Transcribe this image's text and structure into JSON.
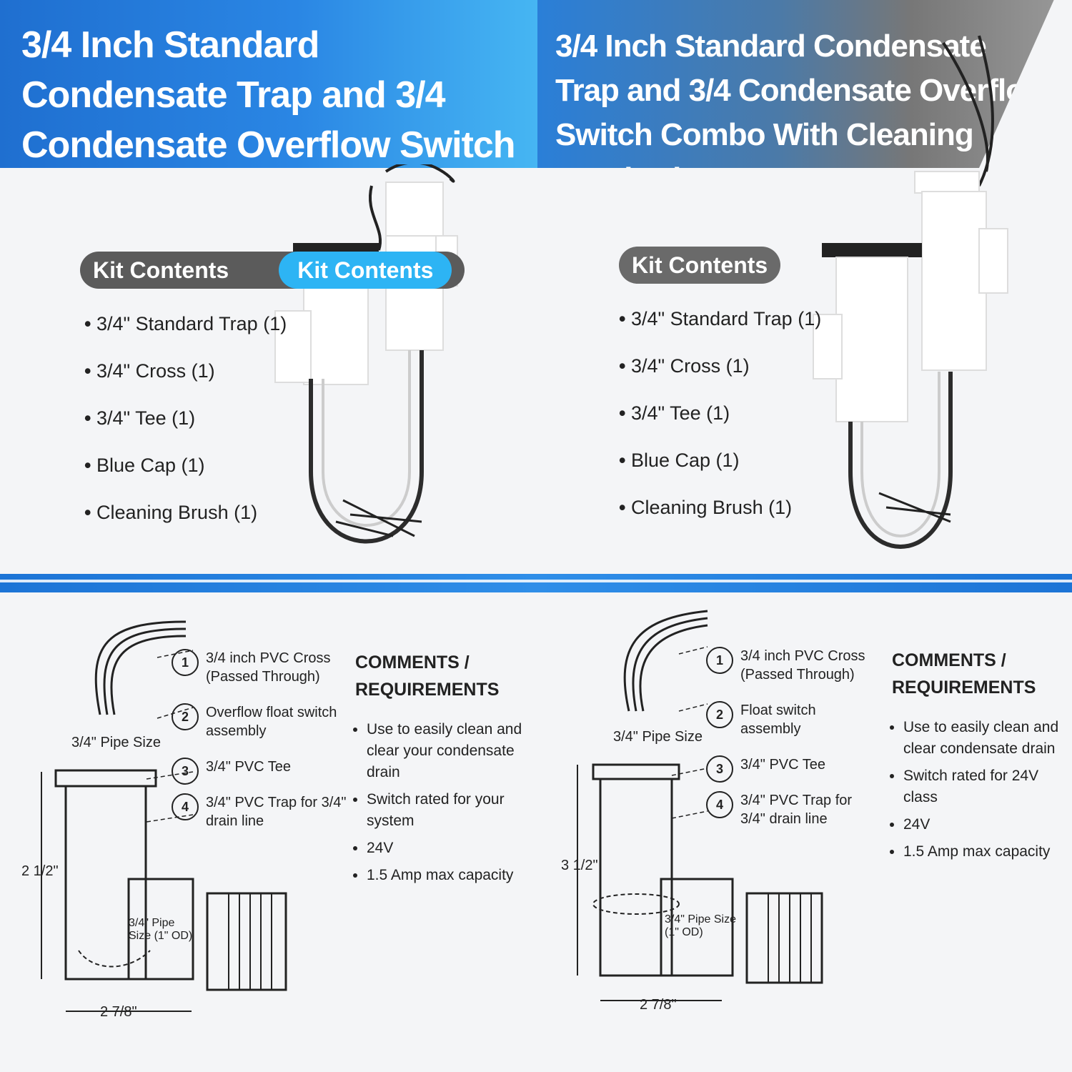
{
  "left": {
    "title": "3/4 Inch Standard Condensate Trap and 3/4 Condensate Overflow Switch Combo With Cleaning Brush Kit",
    "kit_contents_label": "Kit Contents",
    "kit_contents_accent": "Kit Contents",
    "items": [
      "3/4\" Standard Trap (1)",
      "3/4\" Cross (1)",
      "3/4\" Tee (1)",
      "Blue Cap (1)",
      "Cleaning Brush (1)"
    ],
    "callouts": [
      {
        "num": "1",
        "text": "3/4 inch PVC Cross (Passed Through)"
      },
      {
        "num": "2",
        "text": "Overflow float switch assembly"
      },
      {
        "num": "3",
        "text": "3/4\" PVC Tee"
      },
      {
        "num": "4",
        "text": "3/4\" PVC Trap for 3/4\" drain line"
      }
    ],
    "comments_title": "COMMENTS / REQUIREMENTS",
    "comments": [
      "Use to easily clean and clear your condensate drain",
      "Switch rated for your system",
      "24V",
      "1.5 Amp max capacity"
    ],
    "dims": {
      "top": "3/4\" Pipe Size",
      "height": "2 1/2\"",
      "pipe_note": "3/4\" Pipe Size (1\" OD)",
      "width": "2 7/8\""
    }
  },
  "right": {
    "title": "3/4 Inch Standard Condensate Trap and 3/4 Condensate Overflow Switch Combo With Cleaning Brush Kit",
    "kit_contents_label": "Kit Contents",
    "items": [
      "3/4\" Standard Trap (1)",
      "3/4\" Cross (1)",
      "3/4\" Tee (1)",
      "Blue Cap (1)",
      "Cleaning Brush (1)"
    ],
    "callouts": [
      {
        "num": "1",
        "text": "3/4 inch PVC Cross (Passed Through)"
      },
      {
        "num": "2",
        "text": "Float switch assembly"
      },
      {
        "num": "3",
        "text": "3/4\" PVC Tee"
      },
      {
        "num": "4",
        "text": "3/4\" PVC Trap for 3/4\" drain line"
      }
    ],
    "comments_title": "COMMENTS / REQUIREMENTS",
    "comments": [
      "Use to easily clean and clear condensate drain",
      "Switch rated for 24V class",
      "24V",
      "1.5 Amp max capacity"
    ],
    "dims": {
      "top": "3/4\" Pipe Size",
      "height": "3 1/2\"",
      "pipe_note": "3/4\" Pipe Size (1\" OD)",
      "width": "2 7/8\""
    }
  },
  "colors": {
    "brand_blue": "#2a86e4",
    "accent_cyan": "#2db4f4",
    "label_gray": "#5b5b5b"
  }
}
